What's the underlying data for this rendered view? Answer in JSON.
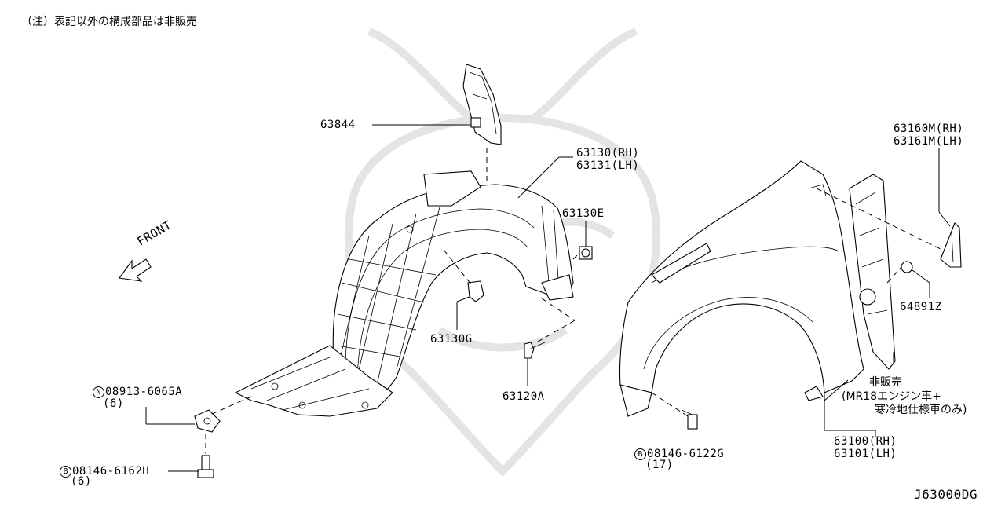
{
  "note": "（注）表記以外の構成部品は非販売",
  "diagram_code": "J63000DG",
  "front_label": "FRONT",
  "callouts": {
    "p63844": "63844",
    "p63130_rh": "63130(RH)",
    "p63131_lh": "63131(LH)",
    "p63130e": "63130E",
    "p63130g": "63130G",
    "p63120a": "63120A",
    "n08913_num": "08913-6065A",
    "n08913_prefix": "N",
    "n08913_qty": "(6)",
    "b08146_6162h_num": "08146-6162H",
    "b08146_6162h_prefix": "B",
    "b08146_6162h_qty": "(6)",
    "b08146_6122g_num": "08146-6122G",
    "b08146_6122g_prefix": "B",
    "b08146_6122g_qty": "(17)",
    "p63160m_rh": "63160M(RH)",
    "p63161m_lh": "63161M(LH)",
    "p64891z": "64891Z",
    "not_for_sale": "非販売",
    "mr18_line1": "(MR18エンジン車+",
    "mr18_line2": "寒冷地仕様車のみ)",
    "p63100_rh": "63100(RH)",
    "p63101_lh": "63101(LH)"
  }
}
